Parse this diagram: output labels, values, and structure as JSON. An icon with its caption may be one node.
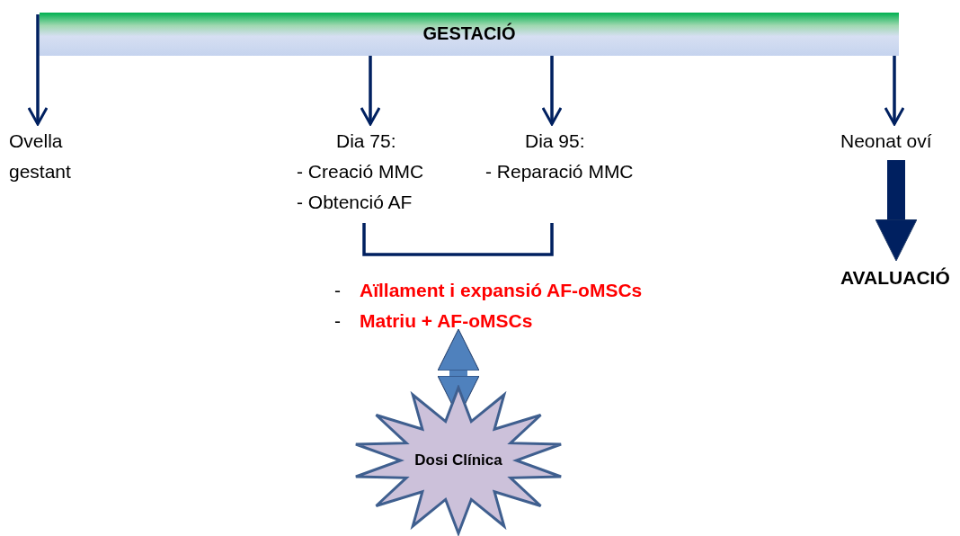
{
  "diagram": {
    "nodes": [
      {
        "text": [
          "GESTACIÓ"
        ]
      },
      {
        "text": [
          "Ovella gestant"
        ]
      },
      {
        "text": [
          "Dia 75:",
          "- Creació MMC",
          "- Obtenció AF"
        ]
      },
      {
        "text": [
          "Dia 95:",
          "- Reparació MMC"
        ]
      },
      {
        "text": [
          "Neonat oví"
        ]
      },
      {
        "text": [
          "AVALUACIÓ"
        ]
      },
      {
        "text": [
          "Aïllament i expansió AF-oMSCs",
          "Matriu + AF-oMSCs"
        ]
      },
      {
        "text": [
          "Dosi Clínica"
        ]
      }
    ],
    "edges": [
      {
        "from": 0,
        "to": 1,
        "arrow": "to"
      },
      {
        "from": 0,
        "to": 2,
        "arrow": "to"
      },
      {
        "from": 0,
        "to": 3,
        "arrow": "to"
      },
      {
        "from": 0,
        "to": 4,
        "arrow": "to"
      },
      {
        "from": 4,
        "to": 5,
        "arrow": "to",
        "style": "thick"
      },
      {
        "from": 6,
        "to": 7,
        "arrow": "both",
        "style": "thick",
        "color": "#4f81bd"
      }
    ],
    "labels": [
      "-",
      "-"
    ]
  }
}
